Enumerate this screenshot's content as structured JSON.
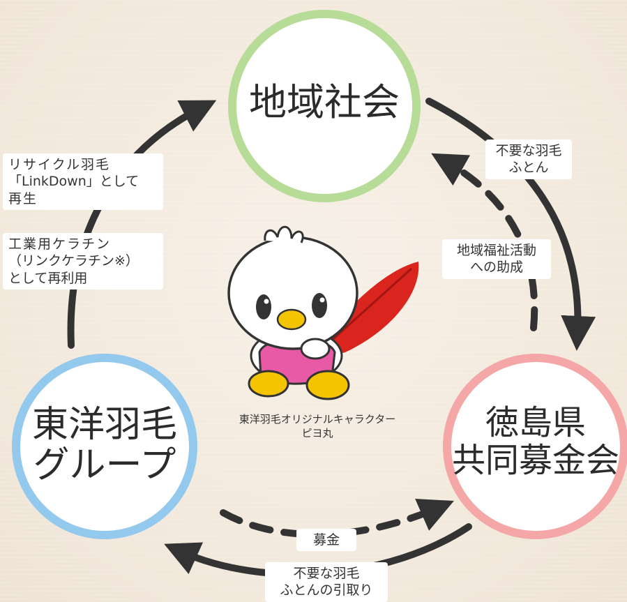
{
  "nodes": {
    "community": {
      "line1": "地域社会",
      "color": "#b7dc97"
    },
    "group": {
      "line1": "東洋羽毛",
      "line2": "グループ",
      "color": "#93c9ec"
    },
    "fund": {
      "line1": "徳島県",
      "line2": "共同募金会",
      "color": "#f4a7a6"
    }
  },
  "tags": {
    "recycle": [
      "リサイクル羽毛",
      "「LinkDown」として",
      "再生"
    ],
    "keratin": [
      "工業用ケラチン",
      "（リンクケラチン※）",
      "として再利用"
    ],
    "unwanted_futon": [
      "不要な羽毛",
      "ふとん"
    ],
    "welfare_grant": [
      "地域福祉活動",
      "への助成"
    ],
    "donation": "募金",
    "futon_pickup": [
      "不要な羽毛",
      "ふとんの引取り"
    ]
  },
  "character": {
    "caption1": "東洋羽毛オリジナルキャラクター",
    "caption2": "ピヨ丸"
  },
  "colors": {
    "arrow": "#333333",
    "feather": "#d9251d",
    "shirt": "#e95aa6",
    "beak": "#f5c400"
  }
}
